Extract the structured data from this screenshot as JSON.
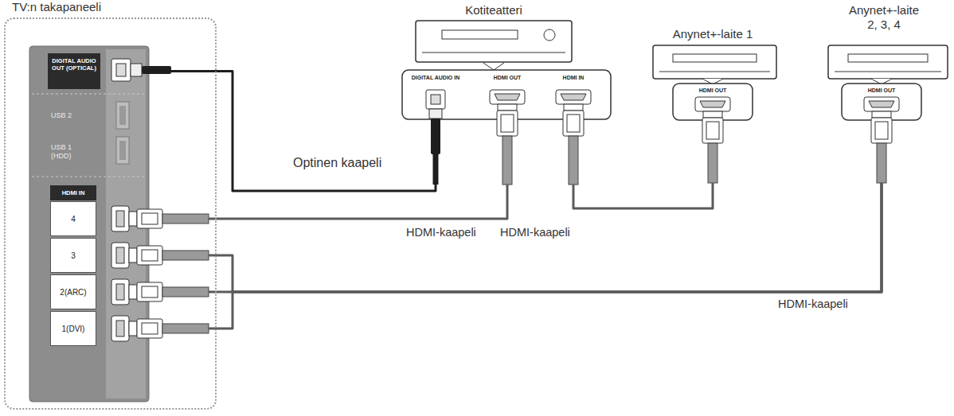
{
  "diagram": {
    "nodes": [
      {
        "text": [
          "TV:n takapaneeli"
        ]
      },
      {
        "text": [
          "DIGITAL AUDIO OUT (OPTICAL)"
        ],
        "in": 0
      },
      {
        "text": [
          "USB 2"
        ],
        "in": 0
      },
      {
        "text": [
          "USB 1 (HDD)"
        ],
        "in": 0
      },
      {
        "text": [
          "HDMI IN"
        ],
        "in": 0
      },
      {
        "text": [
          "4"
        ],
        "in": 4
      },
      {
        "text": [
          "3"
        ],
        "in": 4
      },
      {
        "text": [
          "2(ARC)"
        ],
        "in": 4
      },
      {
        "text": [
          "1(DVI)"
        ],
        "in": 4
      },
      {
        "text": [
          "Kotiteatteri"
        ]
      },
      {
        "text": [
          "DIGITAL AUDIO IN"
        ],
        "in": 9
      },
      {
        "text": [
          "HDMI OUT"
        ],
        "in": 9
      },
      {
        "text": [
          "HDMI IN"
        ],
        "in": 9
      },
      {
        "text": [
          "Anynet+-laite 1"
        ]
      },
      {
        "text": [
          "HDMI OUT"
        ],
        "in": 13
      },
      {
        "text": [
          "Anynet+-laite 2, 3, 4"
        ]
      },
      {
        "text": [
          "HDMI OUT"
        ],
        "in": 15
      }
    ],
    "edges": [
      {
        "from": 1,
        "to": 10,
        "arrow": "none"
      },
      {
        "from": 5,
        "to": 11,
        "arrow": "none"
      },
      {
        "from": 12,
        "to": 14,
        "arrow": "none"
      },
      {
        "from": 16,
        "to": 6,
        "arrow": "none"
      },
      {
        "from": 16,
        "to": 7,
        "arrow": "none"
      },
      {
        "from": 16,
        "to": 8,
        "arrow": "none"
      }
    ],
    "labels": [
      "Optinen kaapeli",
      "HDMI-kaapeli",
      "HDMI-kaapeli",
      "HDMI-kaapeli"
    ]
  }
}
